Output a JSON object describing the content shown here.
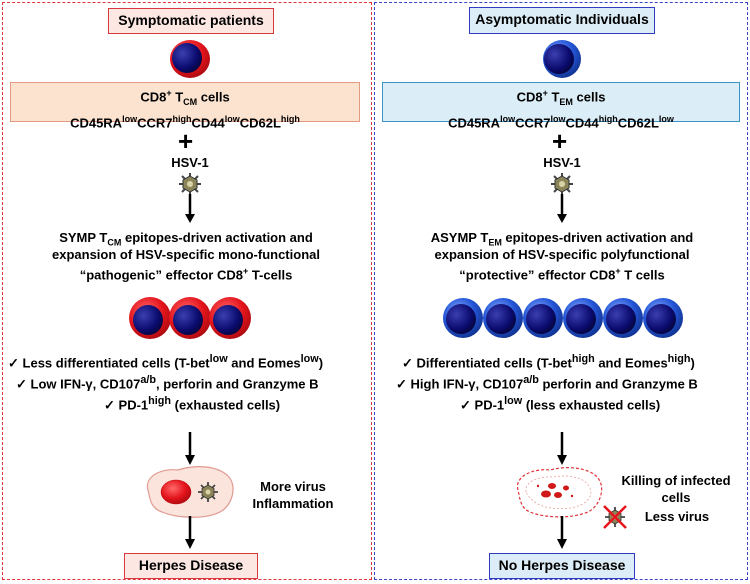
{
  "left": {
    "header": "Symptomatic patients",
    "cell_type": {
      "pre": "CD8",
      "sup": "+",
      "mid": " T",
      "sub": "CM",
      "post": " cells"
    },
    "phenotype": [
      {
        "t": "CD45RA"
      },
      {
        "s": "low"
      },
      {
        "t": "CCR7"
      },
      {
        "s": "high"
      },
      {
        "t": "CD44"
      },
      {
        "s": "low"
      },
      {
        "t": "CD62L"
      },
      {
        "s": "high"
      }
    ],
    "plus": "+",
    "virus": "HSV-1",
    "activation_line1": {
      "pre": "SYMP T",
      "sub": "CM",
      "post": " epitopes-driven activation and"
    },
    "activation_line2": "expansion of HSV-specific mono-functional",
    "activation_line3": {
      "pre": "“pathogenic” effector CD8",
      "sup": "+",
      "post": " T-cells"
    },
    "bullet_mark": "✓",
    "bullet1": {
      "a": "Less differentiated cells (T-bet",
      "s1": "low",
      "b": " and Eomes",
      "s2": "low",
      "c": ")"
    },
    "bullet2": {
      "a": "Low IFN-γ, CD107",
      "s1": "a/b",
      "b": ", perforin and Granzyme B"
    },
    "bullet3": {
      "a": "PD-1",
      "s1": "high",
      "b": " (exhausted cells)"
    },
    "outcome_text1": "More virus",
    "outcome_text2": "Inflammation",
    "footer": "Herpes Disease"
  },
  "right": {
    "header": "Asymptomatic Individuals",
    "cell_type": {
      "pre": "CD8",
      "sup": "+",
      "mid": " T",
      "sub": "EM",
      "post": " cells"
    },
    "phenotype": [
      {
        "t": "CD45RA"
      },
      {
        "s": "low"
      },
      {
        "t": "CCR7"
      },
      {
        "s": "low"
      },
      {
        "t": "CD44"
      },
      {
        "s": "high"
      },
      {
        "t": "CD62L"
      },
      {
        "s": "low"
      }
    ],
    "plus": "+",
    "virus": "HSV-1",
    "activation_line1": {
      "pre": "ASYMP T",
      "sub": "EM",
      "post": " epitopes-driven activation and"
    },
    "activation_line2": "expansion of HSV-specific polyfunctional",
    "activation_line3": {
      "pre": "“protective” effector CD8",
      "sup": "+",
      "post": " T cells"
    },
    "bullet_mark": "✓",
    "bullet1": {
      "a": "Differentiated cells (T-bet",
      "s1": "high",
      "b": " and Eomes",
      "s2": "high",
      "c": ")"
    },
    "bullet2": {
      "a": "High IFN-γ, CD107",
      "s1": "a/b",
      "b": " perforin and Granzyme B"
    },
    "bullet3": {
      "a": "PD-1",
      "s1": "low",
      "b": " (less exhausted cells)"
    },
    "outcome_text1": "Killing of infected",
    "outcome_text2": "cells",
    "outcome_text3": "Less virus",
    "footer": "No Herpes Disease"
  },
  "colors": {
    "red": "#e0333a",
    "blue": "#3a45c4",
    "navy": "#0a0a6e",
    "cell_red": "#e8141c"
  }
}
